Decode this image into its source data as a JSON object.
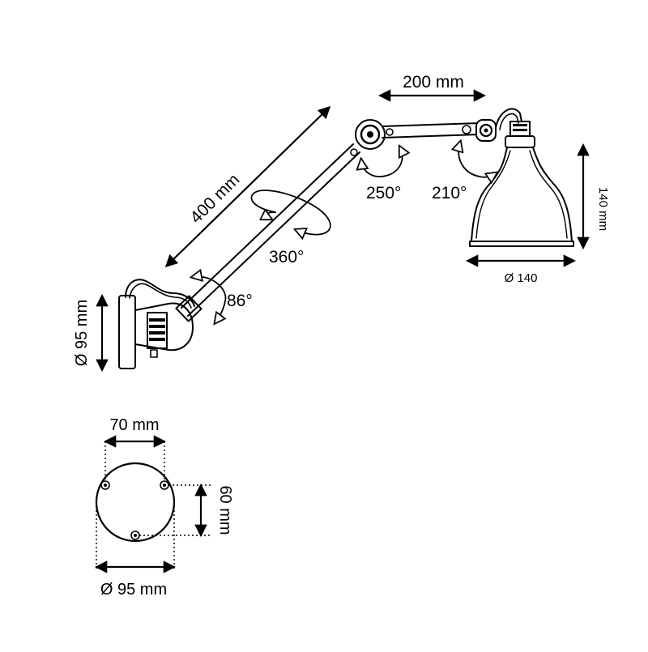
{
  "labels": {
    "arm_length": "400 mm",
    "top_arm_length": "200 mm",
    "swivel_rotation": "360°",
    "base_angle": "86°",
    "elbow_angle": "250°",
    "shade_angle": "210°",
    "shade_height": "140 mm",
    "shade_diameter": "Ø 140",
    "backplate_diameter_side": "Ø 95 mm",
    "base_width": "70 mm",
    "base_height": "60 mm",
    "base_diameter": "Ø 95 mm"
  },
  "colors": {
    "ink": "#000000",
    "background": "#ffffff"
  }
}
